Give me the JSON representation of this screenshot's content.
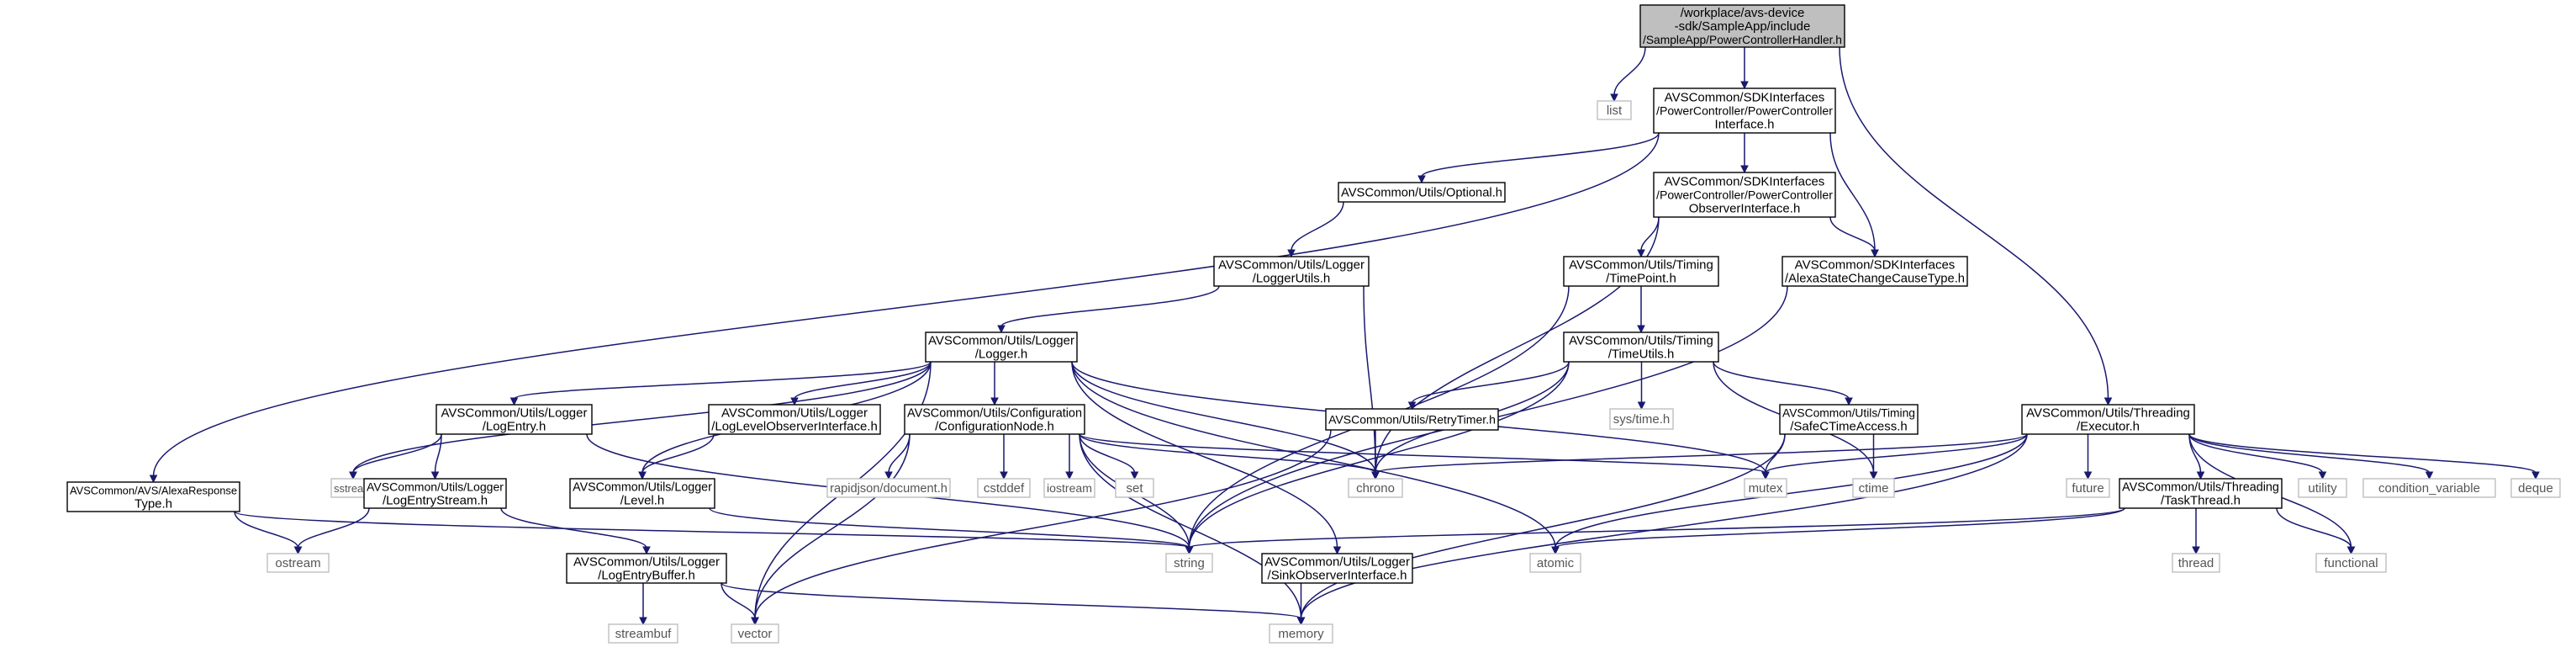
{
  "graph": {
    "title": "",
    "colors": {
      "edge": "#191970",
      "root_fill": "#bfbfbf",
      "internal_fill": "#ffffff",
      "external_border": "#bfbfbf",
      "external_text": "#555555"
    },
    "nodes": [
      {
        "id": "root",
        "kind": "root",
        "lines": [
          "/workplace/avs-device",
          "-sdk/SampleApp/include",
          "/SampleApp/PowerControllerHandler.h"
        ]
      },
      {
        "id": "list",
        "kind": "external",
        "lines": [
          "list"
        ]
      },
      {
        "id": "pci",
        "kind": "internal",
        "lines": [
          "AVSCommon/SDKInterfaces",
          "/PowerController/PowerController",
          "Interface.h"
        ]
      },
      {
        "id": "executor",
        "kind": "internal",
        "lines": [
          "AVSCommon/Utils/Threading",
          "/Executor.h"
        ]
      },
      {
        "id": "optional",
        "kind": "internal",
        "lines": [
          "AVSCommon/Utils/Optional.h"
        ]
      },
      {
        "id": "pcoi",
        "kind": "internal",
        "lines": [
          "AVSCommon/SDKInterfaces",
          "/PowerController/PowerController",
          "ObserverInterface.h"
        ]
      },
      {
        "id": "alexaresp",
        "kind": "internal",
        "lines": [
          "AVSCommon/AVS/AlexaResponse",
          "Type.h"
        ]
      },
      {
        "id": "loggerutils",
        "kind": "internal",
        "lines": [
          "AVSCommon/Utils/Logger",
          "/LoggerUtils.h"
        ]
      },
      {
        "id": "timepoint",
        "kind": "internal",
        "lines": [
          "AVSCommon/Utils/Timing",
          "/TimePoint.h"
        ]
      },
      {
        "id": "statechange",
        "kind": "internal",
        "lines": [
          "AVSCommon/SDKInterfaces",
          "/AlexaStateChangeCauseType.h"
        ]
      },
      {
        "id": "logger",
        "kind": "internal",
        "lines": [
          "AVSCommon/Utils/Logger",
          "/Logger.h"
        ]
      },
      {
        "id": "timeutils",
        "kind": "internal",
        "lines": [
          "AVSCommon/Utils/Timing",
          "/TimeUtils.h"
        ]
      },
      {
        "id": "logentry",
        "kind": "internal",
        "lines": [
          "AVSCommon/Utils/Logger",
          "/LogEntry.h"
        ]
      },
      {
        "id": "loglevelobs",
        "kind": "internal",
        "lines": [
          "AVSCommon/Utils/Logger",
          "/LogLevelObserverInterface.h"
        ]
      },
      {
        "id": "confignode",
        "kind": "internal",
        "lines": [
          "AVSCommon/Utils/Configuration",
          "/ConfigurationNode.h"
        ]
      },
      {
        "id": "retrytimer",
        "kind": "internal",
        "lines": [
          "AVSCommon/Utils/RetryTimer.h"
        ]
      },
      {
        "id": "systime",
        "kind": "external",
        "lines": [
          "sys/time.h"
        ]
      },
      {
        "id": "safectime",
        "kind": "internal",
        "lines": [
          "AVSCommon/Utils/Timing",
          "/SafeCTimeAccess.h"
        ]
      },
      {
        "id": "sstream",
        "kind": "external",
        "lines": [
          "sstream"
        ]
      },
      {
        "id": "logentrystream",
        "kind": "internal",
        "lines": [
          "AVSCommon/Utils/Logger",
          "/LogEntryStream.h"
        ]
      },
      {
        "id": "level",
        "kind": "internal",
        "lines": [
          "AVSCommon/Utils/Logger",
          "/Level.h"
        ]
      },
      {
        "id": "rapidjson",
        "kind": "external",
        "lines": [
          "rapidjson/document.h"
        ]
      },
      {
        "id": "cstddef",
        "kind": "external",
        "lines": [
          "cstddef"
        ]
      },
      {
        "id": "iostream",
        "kind": "external",
        "lines": [
          "iostream"
        ]
      },
      {
        "id": "set",
        "kind": "external",
        "lines": [
          "set"
        ]
      },
      {
        "id": "chrono",
        "kind": "external",
        "lines": [
          "chrono"
        ]
      },
      {
        "id": "mutex",
        "kind": "external",
        "lines": [
          "mutex"
        ]
      },
      {
        "id": "ctime",
        "kind": "external",
        "lines": [
          "ctime"
        ]
      },
      {
        "id": "future",
        "kind": "external",
        "lines": [
          "future"
        ]
      },
      {
        "id": "taskthread",
        "kind": "internal",
        "lines": [
          "AVSCommon/Utils/Threading",
          "/TaskThread.h"
        ]
      },
      {
        "id": "utility",
        "kind": "external",
        "lines": [
          "utility"
        ]
      },
      {
        "id": "condvar",
        "kind": "external",
        "lines": [
          "condition_variable"
        ]
      },
      {
        "id": "deque",
        "kind": "external",
        "lines": [
          "deque"
        ]
      },
      {
        "id": "ostream",
        "kind": "external",
        "lines": [
          "ostream"
        ]
      },
      {
        "id": "logentrybuffer",
        "kind": "internal",
        "lines": [
          "AVSCommon/Utils/Logger",
          "/LogEntryBuffer.h"
        ]
      },
      {
        "id": "string",
        "kind": "external",
        "lines": [
          "string"
        ]
      },
      {
        "id": "sinkobs",
        "kind": "internal",
        "lines": [
          "AVSCommon/Utils/Logger",
          "/SinkObserverInterface.h"
        ]
      },
      {
        "id": "atomic",
        "kind": "external",
        "lines": [
          "atomic"
        ]
      },
      {
        "id": "thread",
        "kind": "external",
        "lines": [
          "thread"
        ]
      },
      {
        "id": "functional",
        "kind": "external",
        "lines": [
          "functional"
        ]
      },
      {
        "id": "streambuf",
        "kind": "external",
        "lines": [
          "streambuf"
        ]
      },
      {
        "id": "vector",
        "kind": "external",
        "lines": [
          "vector"
        ]
      },
      {
        "id": "memory",
        "kind": "external",
        "lines": [
          "memory"
        ]
      }
    ],
    "edges": [
      [
        "root",
        "list"
      ],
      [
        "root",
        "pci"
      ],
      [
        "root",
        "executor"
      ],
      [
        "pci",
        "alexaresp"
      ],
      [
        "pci",
        "optional"
      ],
      [
        "pci",
        "pcoi"
      ],
      [
        "pci",
        "statechange"
      ],
      [
        "optional",
        "loggerutils"
      ],
      [
        "loggerutils",
        "logger"
      ],
      [
        "loggerutils",
        "chrono"
      ],
      [
        "pcoi",
        "timepoint"
      ],
      [
        "pcoi",
        "statechange"
      ],
      [
        "pcoi",
        "chrono"
      ],
      [
        "timepoint",
        "timeutils"
      ],
      [
        "timepoint",
        "string"
      ],
      [
        "statechange",
        "string"
      ],
      [
        "alexaresp",
        "ostream"
      ],
      [
        "alexaresp",
        "string"
      ],
      [
        "logger",
        "logentry"
      ],
      [
        "logger",
        "loglevelobs"
      ],
      [
        "logger",
        "confignode"
      ],
      [
        "logger",
        "level"
      ],
      [
        "logger",
        "sstream"
      ],
      [
        "logger",
        "chrono"
      ],
      [
        "logger",
        "mutex"
      ],
      [
        "logger",
        "atomic"
      ],
      [
        "logger",
        "sinkobs"
      ],
      [
        "logger",
        "vector"
      ],
      [
        "logentry",
        "sstream"
      ],
      [
        "logentry",
        "logentrystream"
      ],
      [
        "logentry",
        "string"
      ],
      [
        "logentrystream",
        "ostream"
      ],
      [
        "logentrystream",
        "logentrybuffer"
      ],
      [
        "logentrybuffer",
        "streambuf"
      ],
      [
        "logentrybuffer",
        "vector"
      ],
      [
        "logentrybuffer",
        "memory"
      ],
      [
        "loglevelobs",
        "level"
      ],
      [
        "level",
        "string"
      ],
      [
        "confignode",
        "rapidjson"
      ],
      [
        "confignode",
        "cstddef"
      ],
      [
        "confignode",
        "iostream"
      ],
      [
        "confignode",
        "set"
      ],
      [
        "confignode",
        "chrono"
      ],
      [
        "confignode",
        "mutex"
      ],
      [
        "confignode",
        "string"
      ],
      [
        "confignode",
        "vector"
      ],
      [
        "confignode",
        "memory"
      ],
      [
        "timeutils",
        "retrytimer"
      ],
      [
        "timeutils",
        "systime"
      ],
      [
        "timeutils",
        "safectime"
      ],
      [
        "timeutils",
        "chrono"
      ],
      [
        "timeutils",
        "ctime"
      ],
      [
        "timeutils",
        "string"
      ],
      [
        "retrytimer",
        "chrono"
      ],
      [
        "retrytimer",
        "vector"
      ],
      [
        "safectime",
        "ctime"
      ],
      [
        "safectime",
        "mutex"
      ],
      [
        "safectime",
        "memory"
      ],
      [
        "sinkobs",
        "memory"
      ],
      [
        "executor",
        "chrono"
      ],
      [
        "executor",
        "mutex"
      ],
      [
        "executor",
        "future"
      ],
      [
        "executor",
        "taskthread"
      ],
      [
        "executor",
        "utility"
      ],
      [
        "executor",
        "condvar"
      ],
      [
        "executor",
        "deque"
      ],
      [
        "executor",
        "atomic"
      ],
      [
        "executor",
        "functional"
      ],
      [
        "executor",
        "memory"
      ],
      [
        "taskthread",
        "string"
      ],
      [
        "taskthread",
        "atomic"
      ],
      [
        "taskthread",
        "thread"
      ],
      [
        "taskthread",
        "functional"
      ]
    ]
  }
}
